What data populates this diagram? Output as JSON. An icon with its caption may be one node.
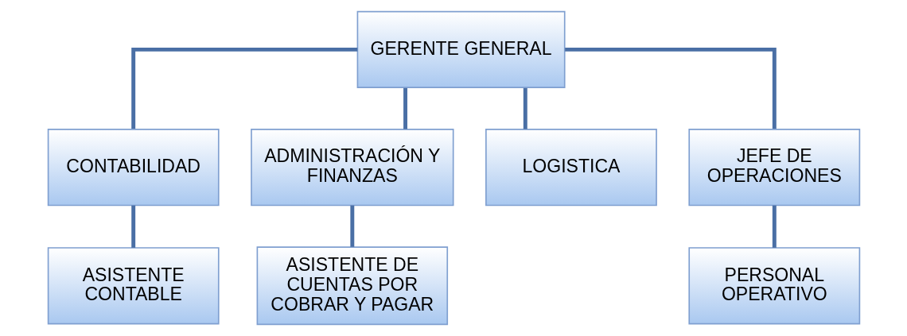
{
  "diagram": {
    "nodes": [
      {
        "text": [
          "GERENTE GENERAL"
        ]
      },
      {
        "text": [
          "CONTABILIDAD"
        ]
      },
      {
        "text": [
          "ADMINISTRACIÓN Y FINANZAS"
        ]
      },
      {
        "text": [
          "LOGISTICA"
        ]
      },
      {
        "text": [
          "JEFE DE OPERACIONES"
        ]
      },
      {
        "text": [
          "ASISTENTE CONTABLE"
        ]
      },
      {
        "text": [
          "ASISTENTE DE CUENTAS POR COBRAR Y PAGAR"
        ]
      },
      {
        "text": [
          "PERSONAL OPERATIVO"
        ]
      }
    ],
    "edges": [
      {
        "from": 0,
        "to": 1,
        "arrow": "none"
      },
      {
        "from": 0,
        "to": 2,
        "arrow": "none"
      },
      {
        "from": 0,
        "to": 3,
        "arrow": "none"
      },
      {
        "from": 0,
        "to": 4,
        "arrow": "none"
      },
      {
        "from": 1,
        "to": 5,
        "arrow": "none"
      },
      {
        "from": 2,
        "to": 6,
        "arrow": "none"
      },
      {
        "from": 4,
        "to": 7,
        "arrow": "none"
      }
    ]
  }
}
